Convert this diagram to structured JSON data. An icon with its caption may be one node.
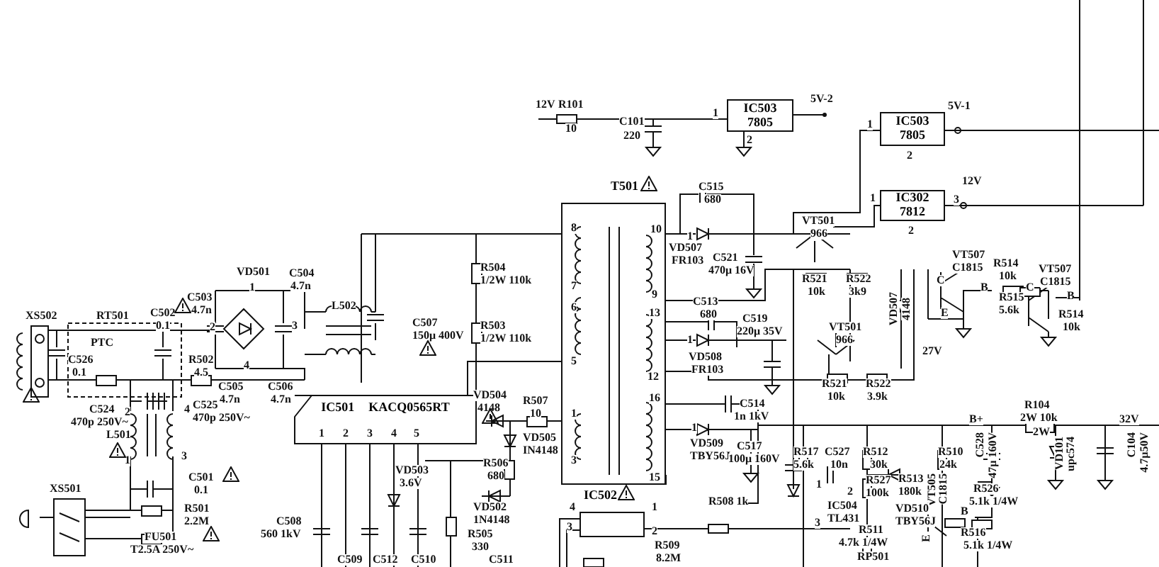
{
  "diagram": {
    "nodes": [
      {
        "text": [
          "IC503",
          "7805"
        ]
      },
      {
        "text": [
          "IC503",
          "7805"
        ]
      },
      {
        "text": [
          "IC302",
          "7812"
        ]
      },
      {
        "text": [
          "T501"
        ]
      },
      {
        "text": [
          "IC501",
          "KACQ0565RT"
        ]
      },
      {
        "text": [
          "IC502"
        ]
      }
    ],
    "edges": [
      {
        "from": 3,
        "to": 4,
        "arrow": "none"
      }
    ],
    "labels": [
      "12V",
      "R101",
      "10",
      "1",
      "2",
      "C101",
      "220",
      "5V-2",
      "5V-1",
      "1",
      "2",
      "12V",
      "1",
      "3",
      "2",
      "VT501",
      "966",
      "C515",
      "680",
      "8",
      "10",
      "1",
      "VD507",
      "FR103",
      "C521",
      "470μ 16V",
      "7",
      "9",
      "6",
      "13",
      "C513",
      "680",
      "C519",
      "220μ 35V",
      "1",
      "VD508",
      "FR103",
      "5",
      "12",
      "VT507",
      "C1815",
      "C",
      "R514",
      "10k",
      "B",
      "VT507",
      "C1815",
      "C",
      "R515",
      "5.6k",
      "B",
      "R514",
      "10k",
      "E",
      "R521",
      "10k",
      "R522",
      "3k9",
      "VD507",
      "4148",
      "VT501",
      "966",
      "27V",
      "16",
      "C514",
      "R521",
      "10k",
      "R522",
      "3.9k",
      "1n 1kV",
      "1",
      "VD509",
      "TBY56J",
      "C517",
      "100μ 160V",
      "15",
      "1",
      "3",
      "B+",
      "R104",
      "2W 10k",
      "2W",
      "32V",
      "C528",
      "47μ 160V",
      "VD101",
      "upc574",
      "C104",
      "4.7μ50V",
      "R517",
      "5.6k",
      "C527",
      "10n",
      "R512",
      "30k",
      "R510",
      "24k",
      "R527",
      "100k",
      "R513",
      "180k",
      "VT505",
      "C1815",
      "R526",
      "5.1k 1/4W",
      "1",
      "2",
      "IC504",
      "TL431",
      "3",
      "VD510",
      "TBY56J",
      "B",
      "R511",
      "4.7k 1/4W",
      "R516",
      "5.1k 1/4W",
      "E",
      "RP501",
      "R508 1k",
      "4",
      "3",
      "1",
      "2",
      "R509",
      "8.2M",
      "R504",
      "1/2W 110k",
      "C507",
      "150μ 400V",
      "R503",
      "1/2W 110k",
      "VD504",
      "4148",
      "R507",
      "10",
      "VD505",
      "IN4148",
      "1",
      "2",
      "3",
      "4",
      "5",
      "R506",
      "680",
      "VD503",
      "3.6V",
      "VD502",
      "1N4148",
      "R505",
      "330",
      "C508",
      "560 1kV",
      "C509",
      "C512",
      "C510",
      "C511",
      "XS502",
      "RT501",
      "PTC",
      "C526",
      "0.1",
      "C502",
      "0.1",
      "C503",
      "4.7n",
      "VD501",
      "1",
      "C504",
      "4.7n",
      "2",
      "3",
      "4",
      "R502",
      "4.5",
      "L502",
      "C524",
      "470p 250V~",
      "C505",
      "4.7n",
      "C506",
      "4.7n",
      "C525",
      "470p 250V~",
      "2",
      "4",
      "L501",
      "1",
      "3",
      "XS501",
      "C501",
      "0.1",
      "R501",
      "2.2M",
      "FU501",
      "T2.5A 250V~"
    ]
  }
}
